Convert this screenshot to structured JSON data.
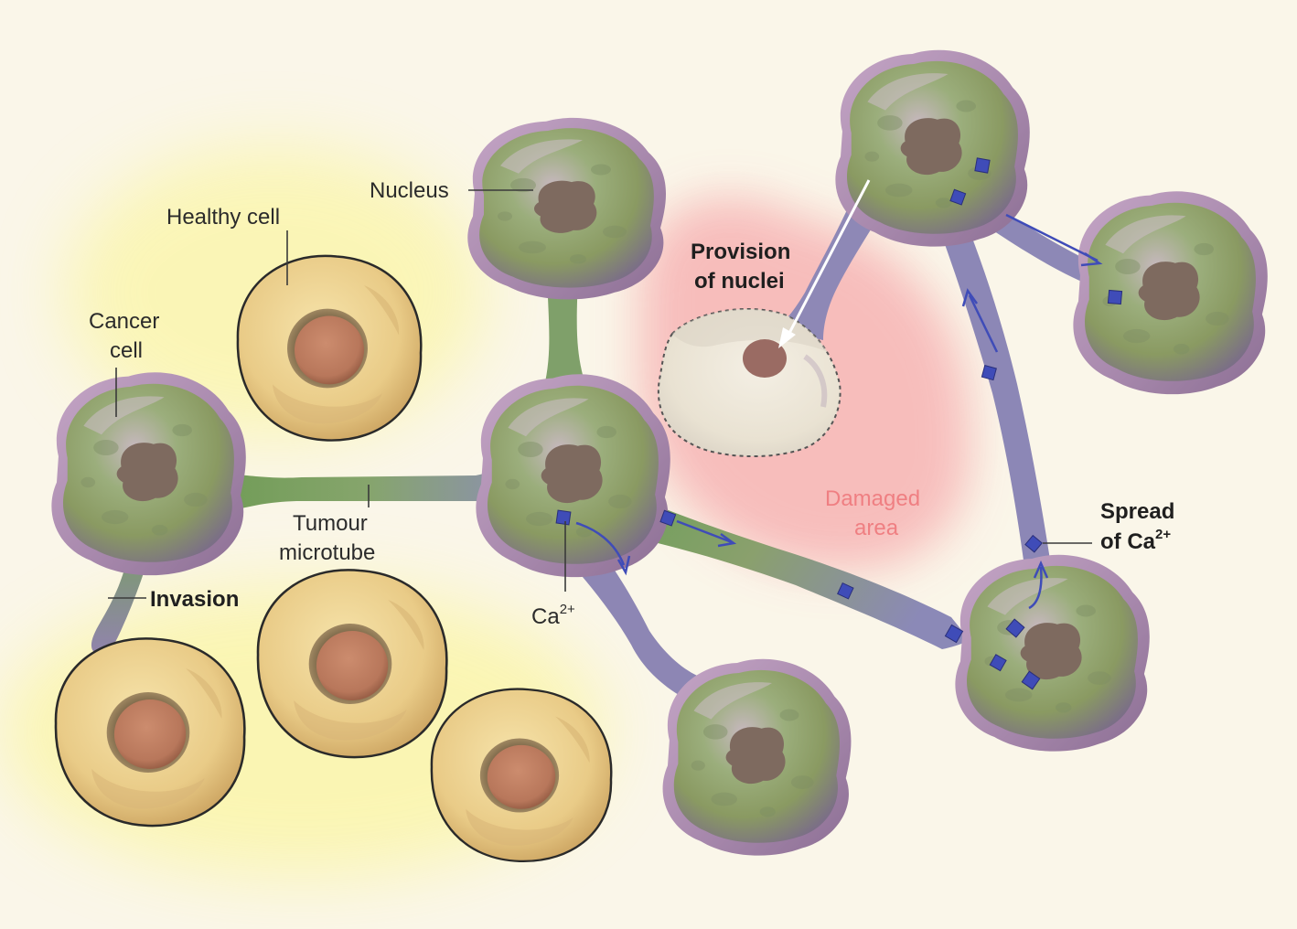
{
  "labels": {
    "healthy_cell": "Healthy cell",
    "nucleus": "Nucleus",
    "cancer_cell_1": "Cancer",
    "cancer_cell_2": "cell",
    "tumour_microtube_1": "Tumour",
    "tumour_microtube_2": "microtube",
    "invasion": "Invasion",
    "calcium_base": "Ca",
    "calcium_sup": "2+",
    "provision_1": "Provision",
    "provision_2": "of nuclei",
    "damaged_1": "Damaged",
    "damaged_2": "area",
    "spread_1": "Spread",
    "spread_2_base": "of Ca",
    "spread_2_sup": "2+"
  },
  "colors": {
    "background": "#faf6e9",
    "healthy_cell": "#ecd08e",
    "healthy_nucleus": "#c4866a",
    "cancer_cell_green": "#8a9a62",
    "cancer_cell_purple": "#a58aa9",
    "microtube": "#8b89b7",
    "calcium": "#3f4cb8",
    "damaged_area": "#f7bcbc"
  }
}
